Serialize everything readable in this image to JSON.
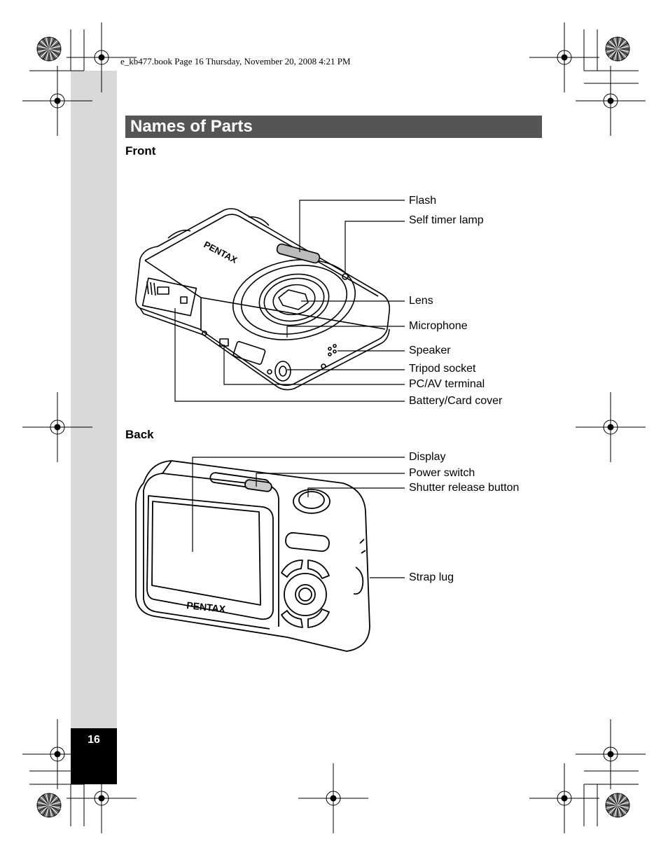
{
  "header": {
    "file_info": "e_kb477.book  Page 16  Thursday, November 20, 2008  4:21 PM"
  },
  "title": "Names of Parts",
  "page_number": "16",
  "front": {
    "heading": "Front",
    "labels": {
      "flash": "Flash",
      "self_timer": "Self timer lamp",
      "lens": "Lens",
      "microphone": "Microphone",
      "speaker": "Speaker",
      "tripod": "Tripod socket",
      "pcav": "PC/AV terminal",
      "battery": "Battery/Card cover"
    },
    "brand": "PENTAX"
  },
  "back": {
    "heading": "Back",
    "labels": {
      "display": "Display",
      "power": "Power switch",
      "shutter": "Shutter release button",
      "strap": "Strap lug"
    },
    "brand": "PENTAX"
  }
}
